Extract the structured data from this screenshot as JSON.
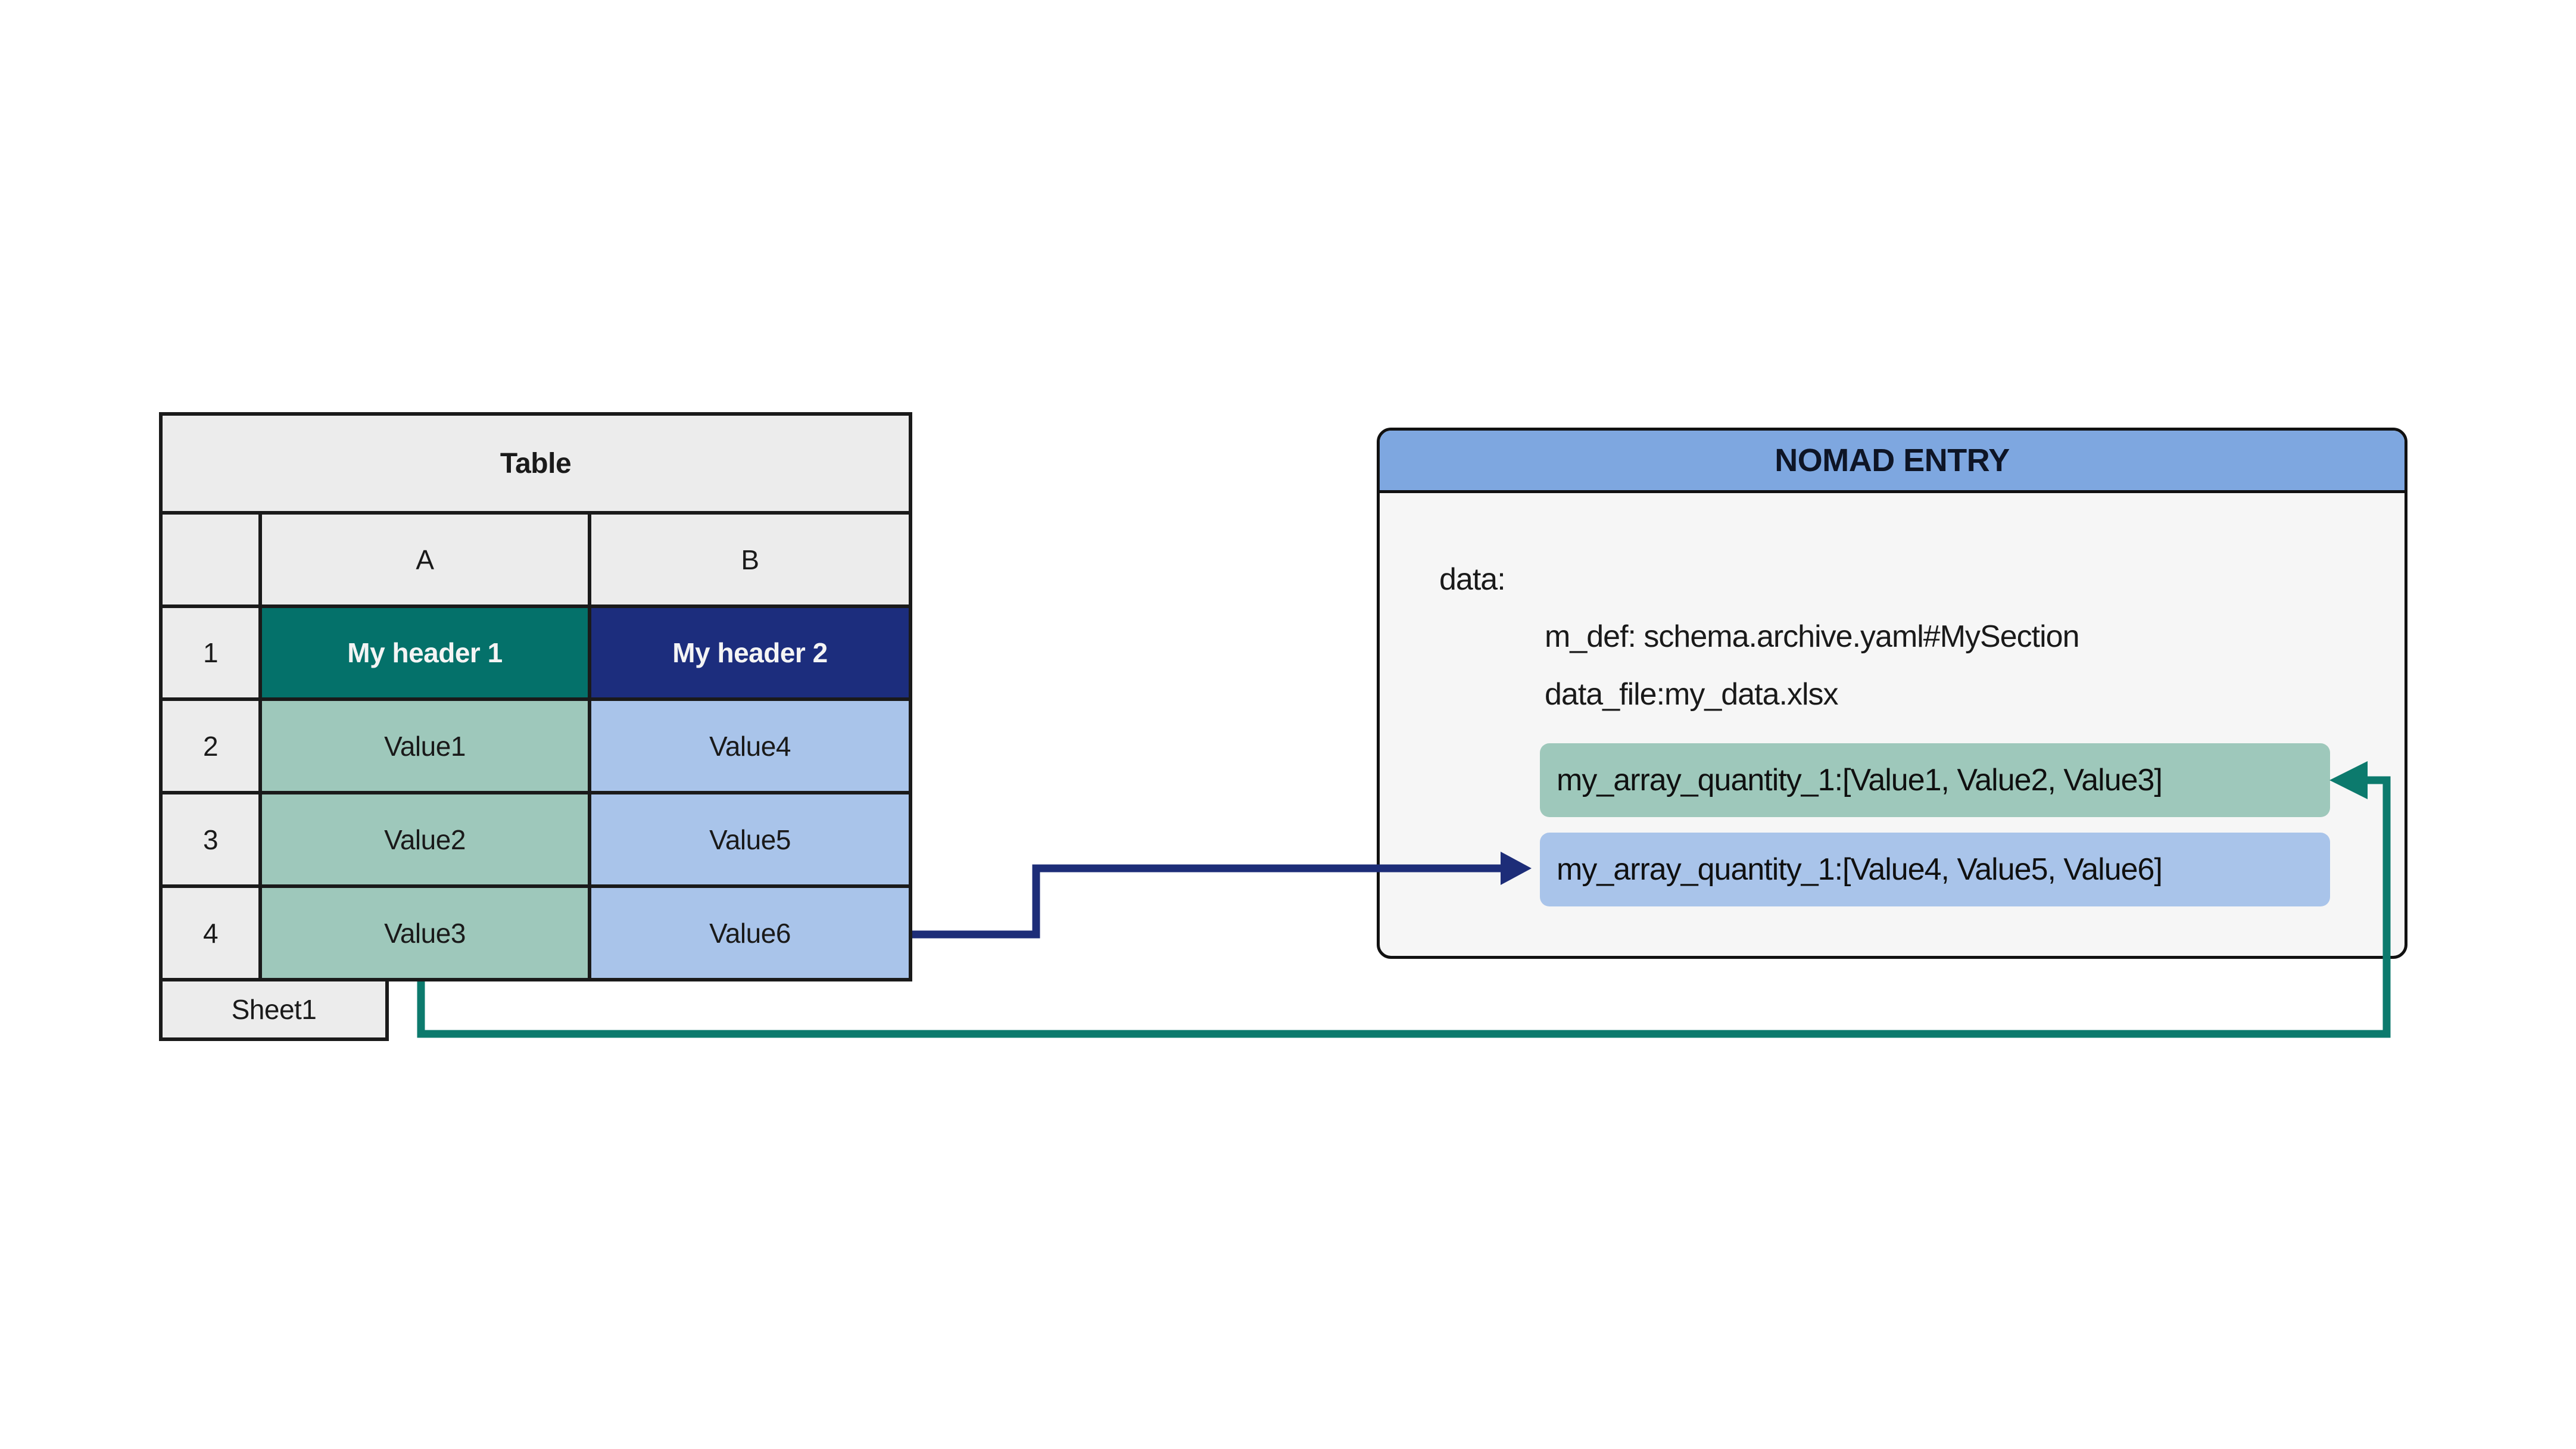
{
  "spreadsheet": {
    "title": "Table",
    "sheet_tab_label": "Sheet1",
    "column_headers": [
      "A",
      "B"
    ],
    "rows": [
      {
        "num": "1",
        "a": "My header 1",
        "b": "My header 2"
      },
      {
        "num": "2",
        "a": "Value1",
        "b": "Value4"
      },
      {
        "num": "3",
        "a": "Value2",
        "b": "Value5"
      },
      {
        "num": "4",
        "a": "Value3",
        "b": "Value6"
      }
    ]
  },
  "nomad_entry": {
    "title": "NOMAD ENTRY",
    "yaml_lines": {
      "data_root": "data:",
      "m_def": "m_def: schema.archive.yaml#MySection",
      "data_file": "data_file:my_data.xlsx",
      "array_quantity_green": "my_array_quantity_1:[Value1, Value2, Value3]",
      "array_quantity_blue": "my_array_quantity_1:[Value4, Value5, Value6]"
    }
  },
  "arrows": [
    {
      "id": "teal-arrow",
      "color": "#0c7a6d",
      "from": "table column A values",
      "to": "array_quantity_green"
    },
    {
      "id": "navy-arrow",
      "color": "#1d2d78",
      "from": "table row 4 column B",
      "to": "array_quantity_blue"
    }
  ],
  "colors": {
    "header_teal": "#04716a",
    "header_navy": "#1c2d7d",
    "cell_green": "#9ec8bb",
    "cell_blue": "#a9c4ea",
    "nomad_header_blue": "#7ea7e0",
    "panel_gray": "#f6f6f6",
    "table_gray": "#ececec",
    "border_black": "#1a1a1a",
    "arrow_teal": "#0c7a6d",
    "arrow_navy": "#1d2d78"
  }
}
